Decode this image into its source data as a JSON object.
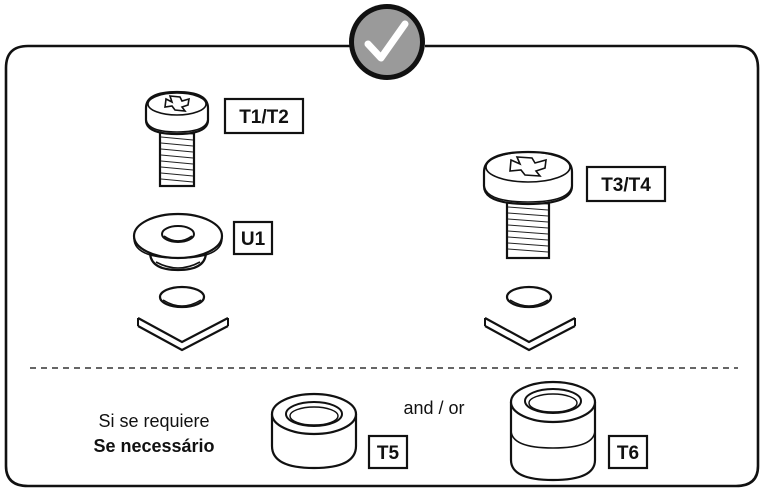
{
  "labels": {
    "t1t2": "T1/T2",
    "u1": "U1",
    "t3t4": "T3/T4",
    "t5": "T5",
    "t6": "T6"
  },
  "footer": {
    "line1": "Si se requiere",
    "line2": "Se necessário",
    "connector": "and / or"
  },
  "icons": {
    "header": "checkmark-icon"
  },
  "colors": {
    "badge_fill": "#9a9a9a",
    "stroke": "#111111"
  }
}
